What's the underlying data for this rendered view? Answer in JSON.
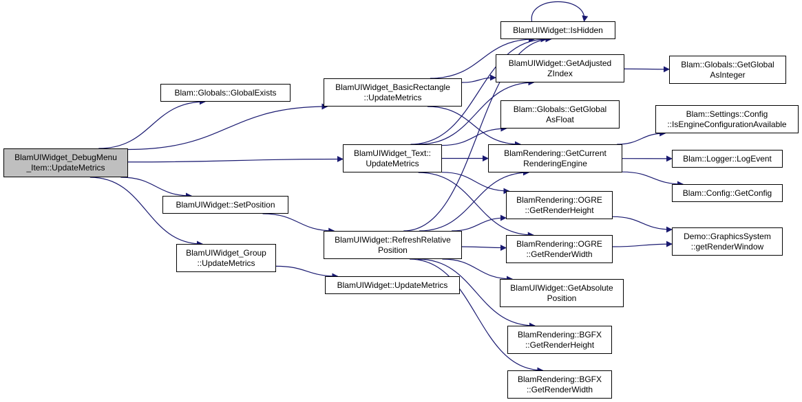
{
  "graph": {
    "edge_color": "#191970",
    "root_fill": "#bfbfbf",
    "nodes": {
      "root": {
        "lines": [
          "BlamUIWidget_DebugMenu",
          "_Item::UpdateMetrics"
        ]
      },
      "globexist": {
        "lines": [
          "Blam::Globals::GlobalExists"
        ]
      },
      "setpos": {
        "lines": [
          "BlamUIWidget::SetPosition"
        ]
      },
      "group": {
        "lines": [
          "BlamUIWidget_Group",
          "::UpdateMetrics"
        ]
      },
      "basicrect": {
        "lines": [
          "BlamUIWidget_BasicRectangle",
          "::UpdateMetrics"
        ]
      },
      "text": {
        "lines": [
          "BlamUIWidget_Text::",
          "UpdateMetrics"
        ]
      },
      "refresh": {
        "lines": [
          "BlamUIWidget::RefreshRelative",
          "Position"
        ]
      },
      "updmet": {
        "lines": [
          "BlamUIWidget::UpdateMetrics"
        ]
      },
      "ishidden": {
        "lines": [
          "BlamUIWidget::IsHidden"
        ]
      },
      "adjz": {
        "lines": [
          "BlamUIWidget::GetAdjusted",
          "ZIndex"
        ]
      },
      "getfloat": {
        "lines": [
          "Blam::Globals::GetGlobal",
          "AsFloat"
        ]
      },
      "curengine": {
        "lines": [
          "BlamRendering::GetCurrent",
          "RenderingEngine"
        ]
      },
      "ogreh": {
        "lines": [
          "BlamRendering::OGRE",
          "::GetRenderHeight"
        ]
      },
      "ogrew": {
        "lines": [
          "BlamRendering::OGRE",
          "::GetRenderWidth"
        ]
      },
      "abspos": {
        "lines": [
          "BlamUIWidget::GetAbsolute",
          "Position"
        ]
      },
      "bgfxh": {
        "lines": [
          "BlamRendering::BGFX",
          "::GetRenderHeight"
        ]
      },
      "bgfxw": {
        "lines": [
          "BlamRendering::BGFX",
          "::GetRenderWidth"
        ]
      },
      "getint": {
        "lines": [
          "Blam::Globals::GetGlobal",
          "AsInteger"
        ]
      },
      "engcfg": {
        "lines": [
          "Blam::Settings::Config",
          "::IsEngineConfigurationAvailable"
        ]
      },
      "logevent": {
        "lines": [
          "Blam::Logger::LogEvent"
        ]
      },
      "getconfig": {
        "lines": [
          "Blam::Config::GetConfig"
        ]
      },
      "renderwin": {
        "lines": [
          "Demo::GraphicsSystem",
          "::getRenderWindow"
        ]
      }
    },
    "edges": [
      [
        "root",
        "globexist"
      ],
      [
        "root",
        "basicrect"
      ],
      [
        "root",
        "text"
      ],
      [
        "root",
        "setpos"
      ],
      [
        "root",
        "group"
      ],
      [
        "basicrect",
        "ishidden"
      ],
      [
        "basicrect",
        "adjz"
      ],
      [
        "basicrect",
        "curengine"
      ],
      [
        "text",
        "ishidden"
      ],
      [
        "text",
        "adjz"
      ],
      [
        "text",
        "getfloat"
      ],
      [
        "text",
        "curengine"
      ],
      [
        "text",
        "ogreh"
      ],
      [
        "text",
        "ogrew"
      ],
      [
        "setpos",
        "refresh"
      ],
      [
        "group",
        "updmet"
      ],
      [
        "refresh",
        "ishidden"
      ],
      [
        "refresh",
        "curengine"
      ],
      [
        "refresh",
        "ogreh"
      ],
      [
        "refresh",
        "ogrew"
      ],
      [
        "refresh",
        "abspos"
      ],
      [
        "refresh",
        "bgfxh"
      ],
      [
        "refresh",
        "bgfxw"
      ],
      [
        "adjz",
        "getint"
      ],
      [
        "curengine",
        "engcfg"
      ],
      [
        "curengine",
        "logevent"
      ],
      [
        "curengine",
        "getconfig"
      ],
      [
        "ogreh",
        "renderwin"
      ],
      [
        "ogrew",
        "renderwin"
      ],
      [
        "ishidden",
        "ishidden"
      ]
    ]
  }
}
